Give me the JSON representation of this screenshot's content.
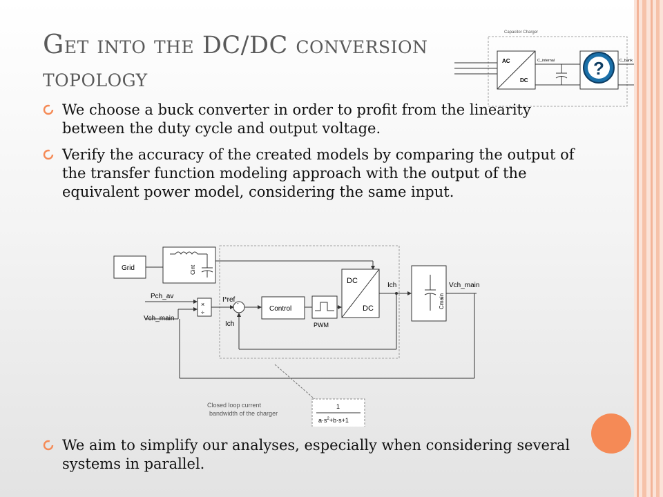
{
  "slide": {
    "title": "Get into the DC/DC conversion topology",
    "title_parts": {
      "cap1": "G",
      "rest1": "et into the ",
      "caps": "DC/DC",
      "rest2": " conversion",
      "line2": "topology"
    },
    "bullets": [
      "We choose a buck converter in order to profit from the linearity between the duty cycle and output voltage.",
      "Verify the accuracy of the created models by comparing the output of the transfer function modeling approach with the output of the equivalent power model, considering the same input."
    ],
    "bottom_bullet": "We aim to simplify our analyses, especially when considering several systems in parallel.",
    "colors": {
      "accent": "#f58a56",
      "title": "#595959",
      "stripe": "#f8c9b4"
    }
  },
  "top_diagram": {
    "title": "Capacitor Charger",
    "ac": "AC",
    "dc": "DC",
    "c_internal": "C_internal",
    "c_bank": "C_bank",
    "icon": "question-mark-icon"
  },
  "main_diagram": {
    "grid": "Grid",
    "c_int": "Cint",
    "p_ch_av": "Pch_av",
    "v_ch_main_in": "Vch_main",
    "i_ref": "I*ref",
    "i_ch_fb": "Ich",
    "control": "Control",
    "pwm": "PWM",
    "dc_top": "DC",
    "dc_bottom": "DC",
    "i_ch_out": "Ich",
    "c_main": "Cmain",
    "v_ch_main_out": "Vch_main",
    "plus": "+",
    "minus": "-",
    "note": "Closed loop current bandwidth of the charger",
    "tf_num": "1",
    "tf_den": "a·s2+b·s+1"
  }
}
